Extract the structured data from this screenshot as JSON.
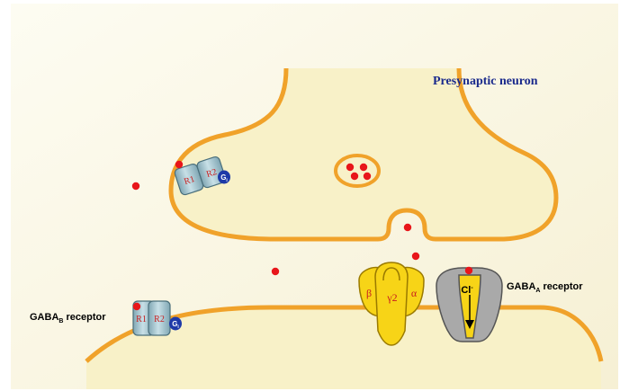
{
  "labels": {
    "presynaptic": "Presynaptic neuron",
    "gaba_b_prefix": "GABA",
    "gaba_b_sub": "B",
    "gaba_b_suffix": " receptor",
    "gaba_a_prefix": "GABA",
    "gaba_a_sub": "A",
    "gaba_a_suffix": " receptor"
  },
  "gaba_b_receptor": {
    "subunit_1": "R1",
    "subunit_2": "R2",
    "g_protein": "G",
    "g_protein_sub": "i"
  },
  "gaba_a_receptor": {
    "subunit_beta": "β",
    "subunit_gamma": "γ2",
    "subunit_alpha": "α"
  },
  "channel": {
    "ion": "Cl",
    "ion_charge": "-"
  },
  "colors": {
    "background": "#fbf8e6",
    "cell_fill": "#f8f1c8",
    "membrane": "#f0a22a",
    "gaba": "#e8161a",
    "title_text": "#1a2a8c",
    "receptor_cylinder": "#a9c9d3",
    "g_protein": "#1e3aa8",
    "gaba_a_subunit": "#f7d417",
    "channel_gray": "#a9a9a9"
  }
}
